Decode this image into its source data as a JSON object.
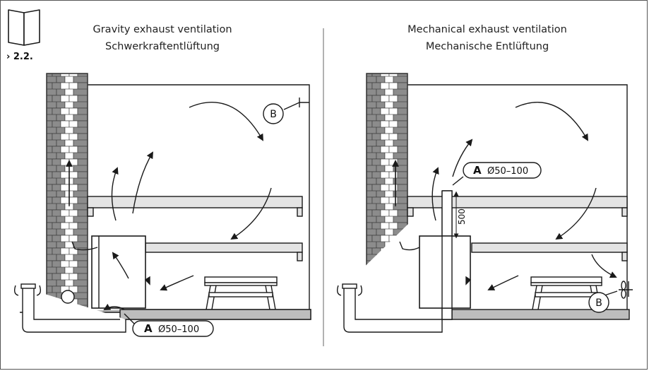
{
  "reference": "› 2.2.",
  "panels": [
    {
      "title_en": "Gravity exhaust ventilation",
      "title_de": "Schwerkraftentlüftung",
      "label_a_letter": "A",
      "label_a_size": "Ø50–100",
      "label_b": "B"
    },
    {
      "title_en": "Mechanical exhaust ventilation",
      "title_de": "Mechanische Entlüftung",
      "label_a_letter": "A",
      "label_a_size": "Ø50–100",
      "label_b": "B",
      "dimension": "500"
    }
  ],
  "colors": {
    "line": "#1a1a1a",
    "brick_dark": "#8c8c8c",
    "brick_light": "#ffffff",
    "bench": "#e4e4e4",
    "floor": "#bdbdbd",
    "divider": "#666666"
  },
  "icons": [
    "book-icon",
    "fan-icon"
  ]
}
